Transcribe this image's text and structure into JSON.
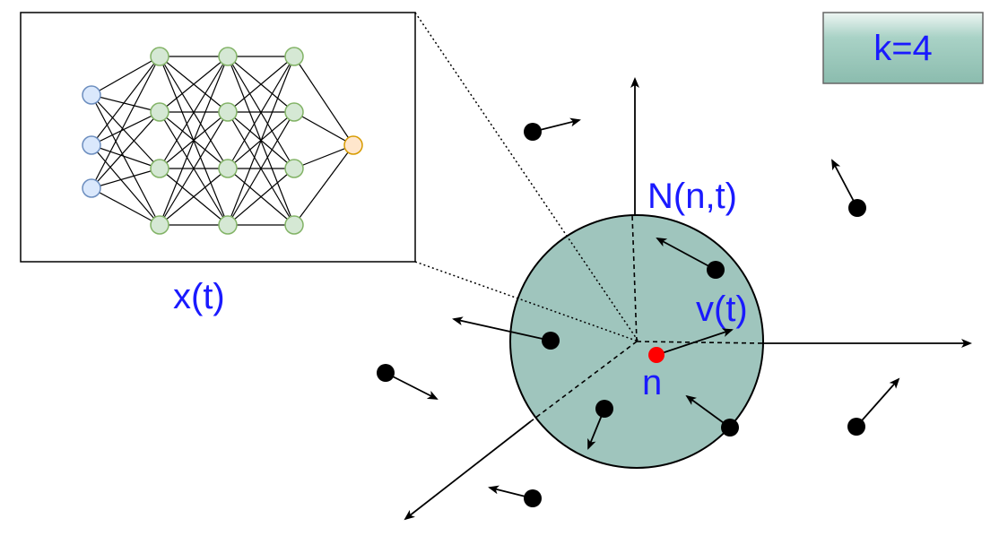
{
  "labels": {
    "k_box": "k=4",
    "neighborhood": "N(n,t)",
    "velocity": "v(t)",
    "node": "n",
    "state": "x(t)"
  },
  "colors": {
    "circle_fill": "#9fc5bd",
    "k_box_top": "#e8f2ef",
    "k_box_bottom": "#8dbfb2",
    "focal_node": "#ff0000",
    "agent": "#000000",
    "nn_input": "#dae8fc",
    "nn_input_stroke": "#6c8ebf",
    "nn_hidden": "#d5e8d4",
    "nn_hidden_stroke": "#82b366",
    "nn_output": "#ffe6cc",
    "nn_output_stroke": "#d79b00",
    "text": "#1a1aff"
  },
  "neural_network": {
    "layers": [
      3,
      4,
      4,
      4,
      1
    ]
  },
  "icons": {
    "agents": "filled-circle",
    "velocity": "arrow"
  }
}
